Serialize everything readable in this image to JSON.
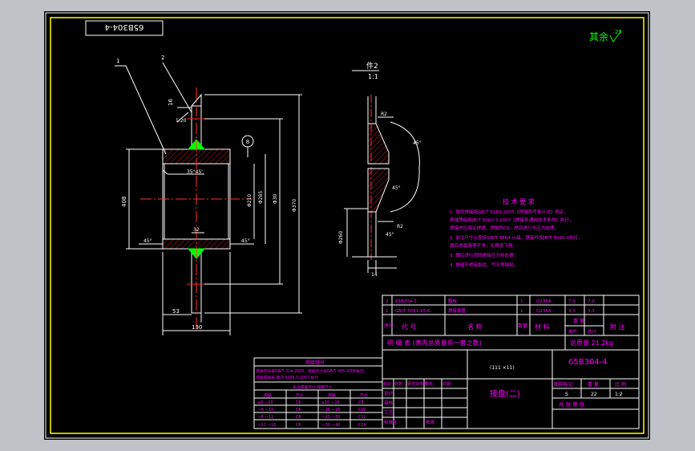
{
  "colors": {
    "frame": "#ffff00",
    "line": "#ffffff",
    "dim": "#ffffff",
    "text": "#ff00ff",
    "part": "#00ff00",
    "hatch": "#ff2020",
    "center": "#ff3030",
    "note_title": "#00ff00",
    "bg": "#000000",
    "viewport": "#bfc3c7"
  },
  "header": {
    "drawing_no_reversed": "65B304-4",
    "roughness_label": "其余",
    "roughness_value": "25"
  },
  "main_view": {
    "leaders": [
      "1",
      "2"
    ],
    "dims": {
      "d130": "130",
      "d53": "53",
      "d408": "408",
      "d16": "16",
      "d128": "1:20",
      "d35": "35°45'",
      "d32": "32",
      "d45a": "45°",
      "d45b": "45°",
      "dphi1": "Φ210",
      "dphi2": "Φ285",
      "dphi3": "Φ30",
      "dphi4": "Φ370",
      "balloon": "8"
    }
  },
  "section_view": {
    "title": "件2",
    "scale": "1:1",
    "dims": {
      "r2a": "R2",
      "r2b": "R2",
      "a45a": "45°",
      "a45b": "45°",
      "a45c": "45°",
      "d14": "14",
      "dphi": "Φ260"
    }
  },
  "tech_notes": {
    "title": "技 术 要 求",
    "lines": [
      "1. 零件焊接按GB/T 5185-2005《焊缝符号表示法》规定，",
      "   焊缝等级按JB/T 5000.3-2007《焊接件通用技术条件》执行，",
      "   焊接时应保证焊透，焊脚为C6，焊后进行去应力处理。",
      "2. 未注尺寸公差按GB/T 1804-m级，焊接件按JB/T 5000.3执行，",
      "   焊后表面清理干净，无焊渣飞溅。",
      "3. 焊后进行消除焊接应力热处理。",
      "4. 焊缝不得有裂纹、气孔等缺陷。"
    ]
  },
  "bom": {
    "rows": [
      {
        "no": "2",
        "code": "65B304-3",
        "name": "腹板",
        "qty": "1",
        "material": "Q235A",
        "unit": "7.0",
        "total": "7.0"
      },
      {
        "no": "1",
        "code": "GB/T 3091-93-6",
        "name": "焊接钢管",
        "qty": "1",
        "material": "Q235A",
        "unit": "3.3",
        "total": "3.3"
      }
    ],
    "header": {
      "no": "序号",
      "code": "代 号",
      "name": "名 称",
      "qty": "数量",
      "material": "材 料",
      "weight": "重 量",
      "unit": "单件",
      "total": "总计",
      "remark": "附 注"
    }
  },
  "title_block": {
    "list_label": "明  细  表  (表内总质量系一套之数)",
    "total_weight": "总质量  21.2kg",
    "drawing_no": "65B304-4",
    "part_name": "接盘(二)",
    "scale_label": "图样标记",
    "weight_label": "重 量",
    "ratio_label": "比 例",
    "scale_value": "S",
    "weight_value": "22",
    "ratio_value": "1:2",
    "sheet_label": "共   张   第   张",
    "code_stamp": "(111 ×11)",
    "sign_rows": [
      "标记",
      "处数",
      "更改文件号",
      "签名",
      "日期"
    ],
    "roles": [
      "设计",
      "审核",
      "工艺",
      "标准化",
      "批准"
    ]
  },
  "weld_table": {
    "title": "焊接符号",
    "note1": "焊接符号按GB/T 324-2008，焊缝尺寸按GB/T 985-2008执行，",
    "note2": "焊缝等级按 JB/T 5000.3-2007 执行",
    "sub": "未注焊缝尺寸 焊脚尺寸",
    "cols": [
      "焊缝",
      "尺寸",
      "焊缝",
      "尺寸"
    ],
    "rows": [
      [
        "≤6  ～10",
        "C6",
        "≥10  ～16",
        "C8"
      ],
      [
        "～6  ～10",
        "C6",
        "～16  ～20",
        "C10"
      ],
      [
        "～8  ～12",
        "C8",
        "～20  ～30",
        "C12"
      ],
      [
        "～12  ～16",
        "C8",
        "～30  ～40",
        "C14"
      ]
    ]
  }
}
